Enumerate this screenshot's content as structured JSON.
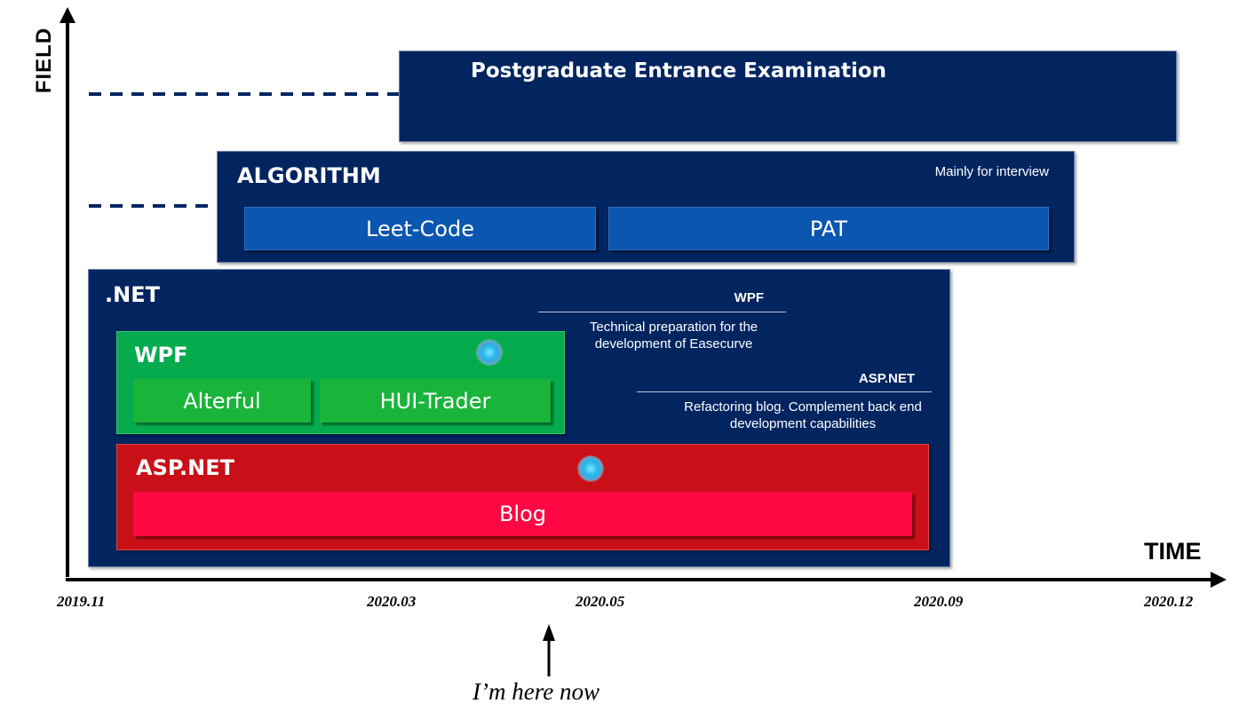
{
  "axes": {
    "y_label": "FIELD",
    "x_label": "TIME"
  },
  "time_ticks": [
    "2019.11",
    "2020.03",
    "2020.05",
    "2020.09",
    "2020.12"
  ],
  "panels": {
    "postgrad": {
      "title": "Postgraduate Entrance Examination"
    },
    "algorithm": {
      "title": "ALGORITHM",
      "note": "Mainly for interview",
      "items": [
        "Leet-Code",
        "PAT"
      ]
    },
    "dotnet": {
      "title": ".NET",
      "wpf": {
        "title": "WPF",
        "items": [
          "Alterful",
          "HUI-Trader"
        ]
      },
      "aspnet": {
        "title": "ASP.NET",
        "items": [
          "Blog"
        ]
      }
    }
  },
  "callouts": {
    "wpf": {
      "title": "WPF",
      "text": "Technical preparation for the development of Easecurve"
    },
    "aspnet": {
      "title": "ASP.NET",
      "text": "Refactoring blog. Complement back end development capabilities"
    }
  },
  "marker": {
    "label": "I’m here now"
  },
  "colors": {
    "panel_navy": "#022560",
    "chip_blue": "#0b56b0",
    "wpf_green": "#05ab4d",
    "aspnet_red": "#c90f17",
    "blog_pink": "#ff0742"
  }
}
